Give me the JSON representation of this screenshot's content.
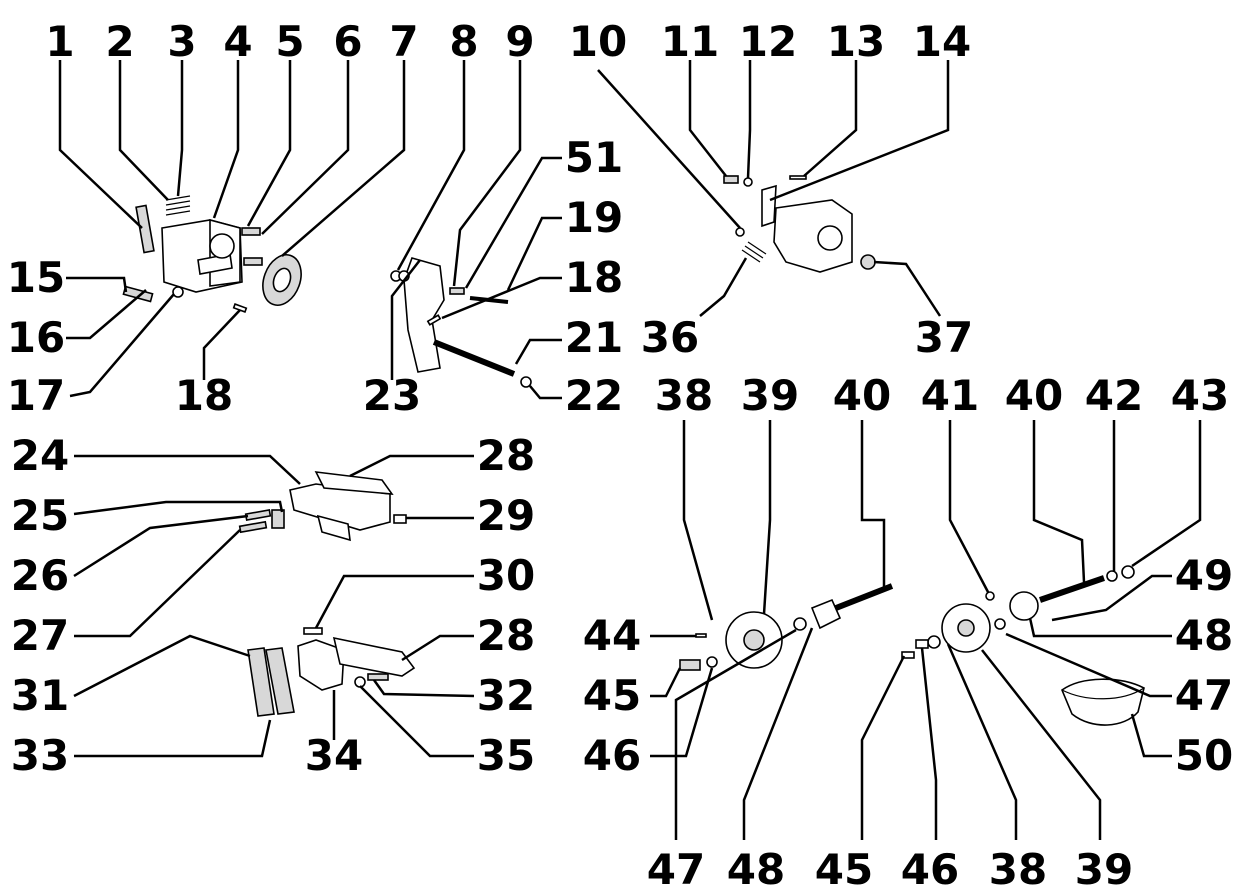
{
  "figure": {
    "callouts": [
      "1",
      "2",
      "3",
      "4",
      "5",
      "6",
      "7",
      "8",
      "9",
      "10",
      "11",
      "12",
      "13",
      "14",
      "51",
      "19",
      "18",
      "15",
      "16",
      "17",
      "18",
      "23",
      "21",
      "22",
      "36",
      "37",
      "24",
      "28",
      "25",
      "29",
      "26",
      "27",
      "30",
      "31",
      "28",
      "32",
      "33",
      "34",
      "35",
      "38",
      "39",
      "40",
      "41",
      "40",
      "42",
      "43",
      "49",
      "48",
      "47",
      "44",
      "45",
      "46",
      "50",
      "47",
      "48",
      "45",
      "46",
      "38",
      "39"
    ]
  }
}
